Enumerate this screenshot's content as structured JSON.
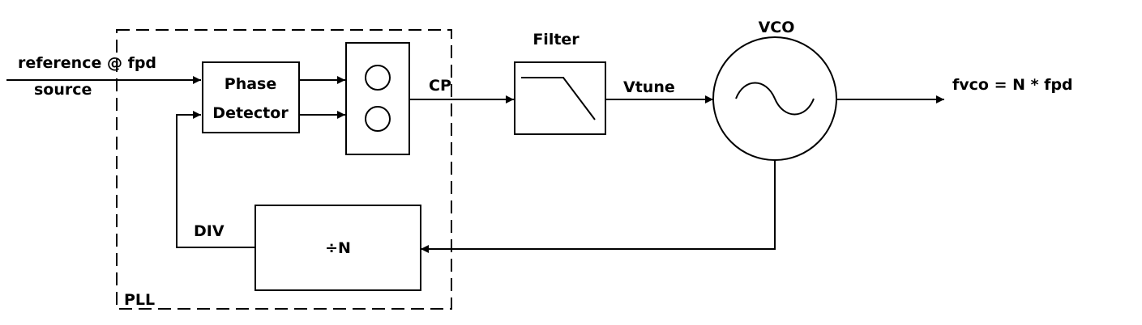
{
  "diagram": {
    "reference_line1": "reference @ fpd",
    "reference_line2": "source",
    "phase_detector_line1": "Phase",
    "phase_detector_line2": "Detector",
    "cp_label": "CP",
    "filter_label": "Filter",
    "vtune_label": "Vtune",
    "vco_label": "VCO",
    "output_label": "fvco = N * fpd",
    "div_label": "DIV",
    "divider_label": "÷N",
    "pll_label": "PLL"
  }
}
